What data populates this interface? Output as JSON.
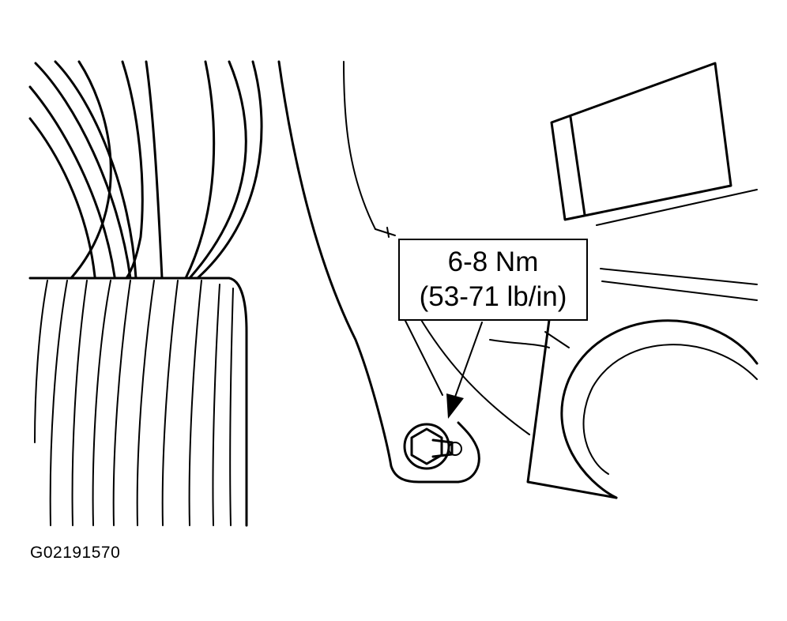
{
  "callout": {
    "torque_metric": "6-8 Nm",
    "torque_imperial": "(53-71 lb/in)"
  },
  "figure_id": "G02191570"
}
